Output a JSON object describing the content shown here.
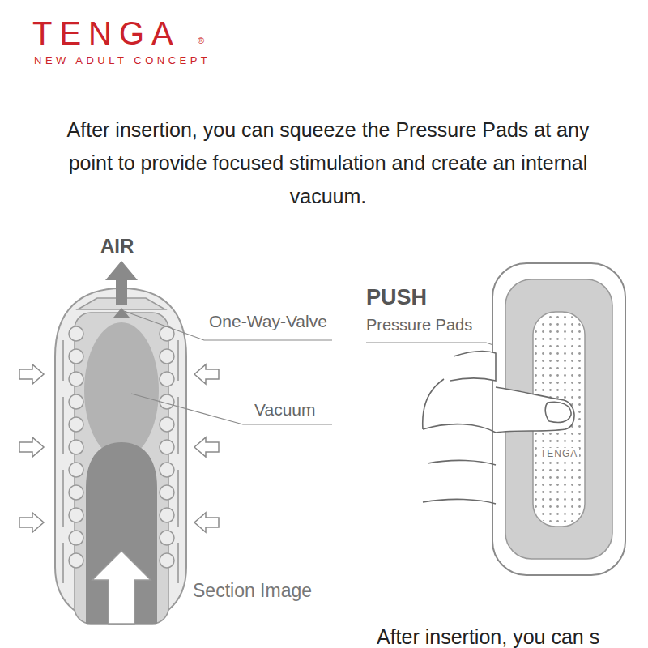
{
  "diagram": {
    "title": "After insertion, you can squeeze the Pressure Pads at any point to provide focused stimulation and create an internal vacuum.",
    "labels": [
      "TENGA",
      "®",
      "NEW ADULT CONCEPT",
      "AIR",
      "One-Way-Valve",
      "Vacuum",
      "Section Image",
      "PUSH",
      "Pressure Pads",
      "TENGA",
      "After insertion, you can s"
    ]
  }
}
